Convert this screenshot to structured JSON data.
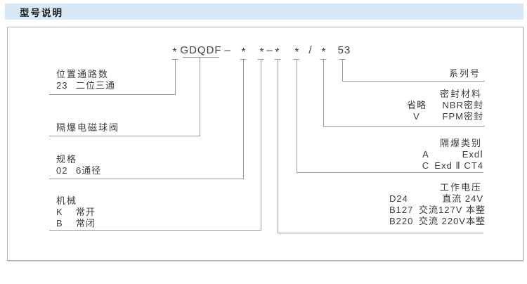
{
  "header": {
    "title": "型号说明"
  },
  "model_code": {
    "star": "*",
    "prefix": "GDQDF",
    "dash": "–",
    "slash": "/",
    "series_no": "53"
  },
  "left_labels": [
    {
      "title": "位置通路数",
      "rows": [
        {
          "code": "23",
          "desc": "二位三通"
        }
      ]
    },
    {
      "title": "隔爆电磁球阀",
      "rows": []
    },
    {
      "title": "规格",
      "rows": [
        {
          "code": "02",
          "desc": "6通径"
        }
      ]
    },
    {
      "title": "机械",
      "rows": [
        {
          "code": "K",
          "desc": "常开"
        },
        {
          "code": "B",
          "desc": "常闭"
        }
      ]
    }
  ],
  "right_labels": [
    {
      "title": "系列号",
      "rows": []
    },
    {
      "title": "密封材料",
      "rows": [
        {
          "code": "省略",
          "desc": "NBR密封"
        },
        {
          "code": "V",
          "desc": "FPM密封"
        }
      ]
    },
    {
      "title": "隔爆类别",
      "rows": [
        {
          "code": "A",
          "desc": "ExdⅠ"
        },
        {
          "code": "C",
          "desc": "Exd Ⅱ CT4"
        }
      ]
    },
    {
      "title": "工作电压",
      "rows": [
        {
          "code": "D24",
          "desc": "直流 24V"
        },
        {
          "code": "B127",
          "desc": "交流127V 本整"
        },
        {
          "code": "B220",
          "desc": "交流 220V本整"
        }
      ]
    }
  ],
  "colors": {
    "header_bg": "#d7e9f6",
    "box_border": "#b3b3b3",
    "line": "#9a9a9a",
    "text": "#3d3d3d"
  }
}
